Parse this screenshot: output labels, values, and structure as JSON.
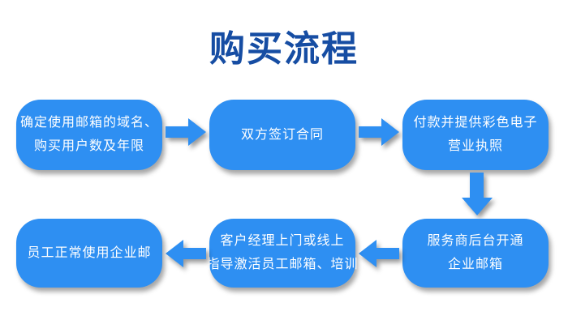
{
  "title": "购买流程",
  "colors": {
    "box": "#2E8FF2",
    "title": "#164DA3",
    "text": "#FFFFFF"
  },
  "steps": [
    {
      "lines": [
        "确定使用邮箱的域名、",
        "购买用户数及年限"
      ]
    },
    {
      "lines": [
        "双方签订合同"
      ]
    },
    {
      "lines": [
        "付款并提供彩色电子",
        "营业执照"
      ]
    },
    {
      "lines": [
        "服务商后台开通",
        "企业邮箱"
      ]
    },
    {
      "lines": [
        "客户经理上门或线上",
        "指导激活员工邮箱、培训"
      ]
    },
    {
      "lines": [
        "员工正常使用企业邮"
      ]
    }
  ],
  "icons": {
    "right_arrow": "arrow-right",
    "down_arrow": "arrow-down",
    "left_arrow": "arrow-left"
  }
}
